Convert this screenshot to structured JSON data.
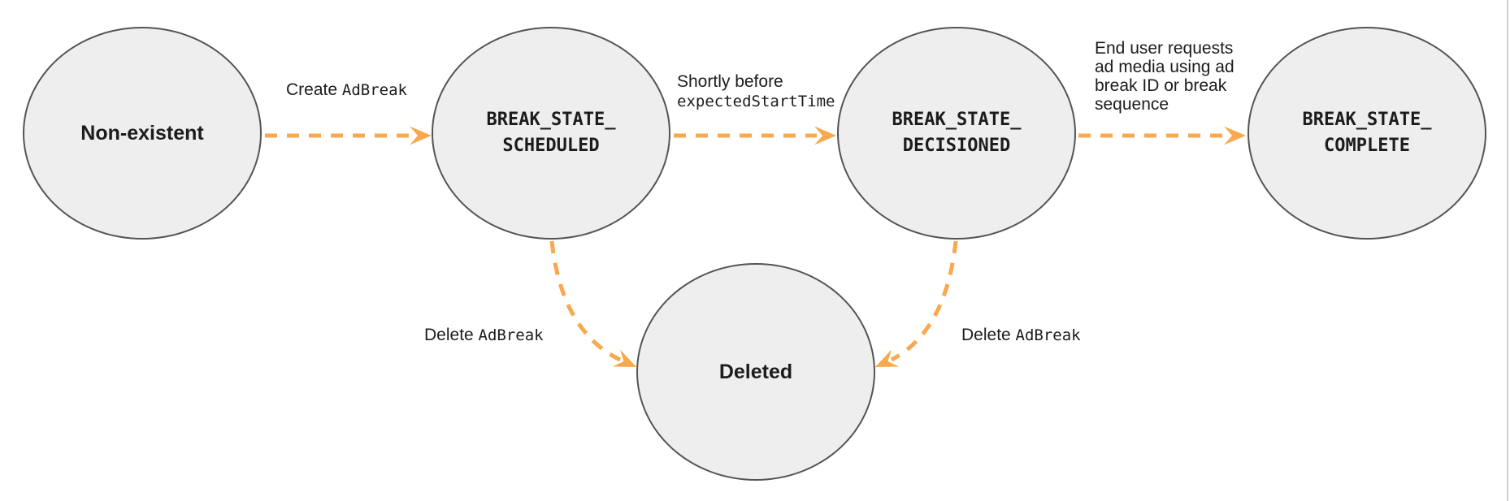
{
  "diagram": {
    "colors": {
      "arrow": "#F9A84F",
      "node_fill": "#EEEEEE",
      "node_border": "#545454",
      "text": "#1C1C1C",
      "divider": "#D2D2D2"
    },
    "nodes": [
      {
        "id": "non-existent",
        "label": "Non-existent"
      },
      {
        "id": "break-state-scheduled",
        "label": "BREAK_STATE_\nSCHEDULED"
      },
      {
        "id": "break-state-decisioned",
        "label": "BREAK_STATE_\nDECISIONED"
      },
      {
        "id": "break-state-complete",
        "label": "BREAK_STATE_\nCOMPLETE"
      },
      {
        "id": "deleted",
        "label": "Deleted"
      }
    ],
    "transitions": [
      {
        "from": "non-existent",
        "to": "break-state-scheduled",
        "label_text": "Create ",
        "label_code": "AdBreak"
      },
      {
        "from": "break-state-scheduled",
        "to": "break-state-decisioned",
        "label_text": "Shortly before",
        "label_code": "expectedStartTime"
      },
      {
        "from": "break-state-decisioned",
        "to": "break-state-complete",
        "label_text": "End user requests\nad media using ad\nbreak ID or break\nsequence"
      },
      {
        "from": "break-state-scheduled",
        "to": "deleted",
        "label_text": "Delete ",
        "label_code": "AdBreak"
      },
      {
        "from": "break-state-decisioned",
        "to": "deleted",
        "label_text": "Delete ",
        "label_code": "AdBreak"
      }
    ]
  }
}
